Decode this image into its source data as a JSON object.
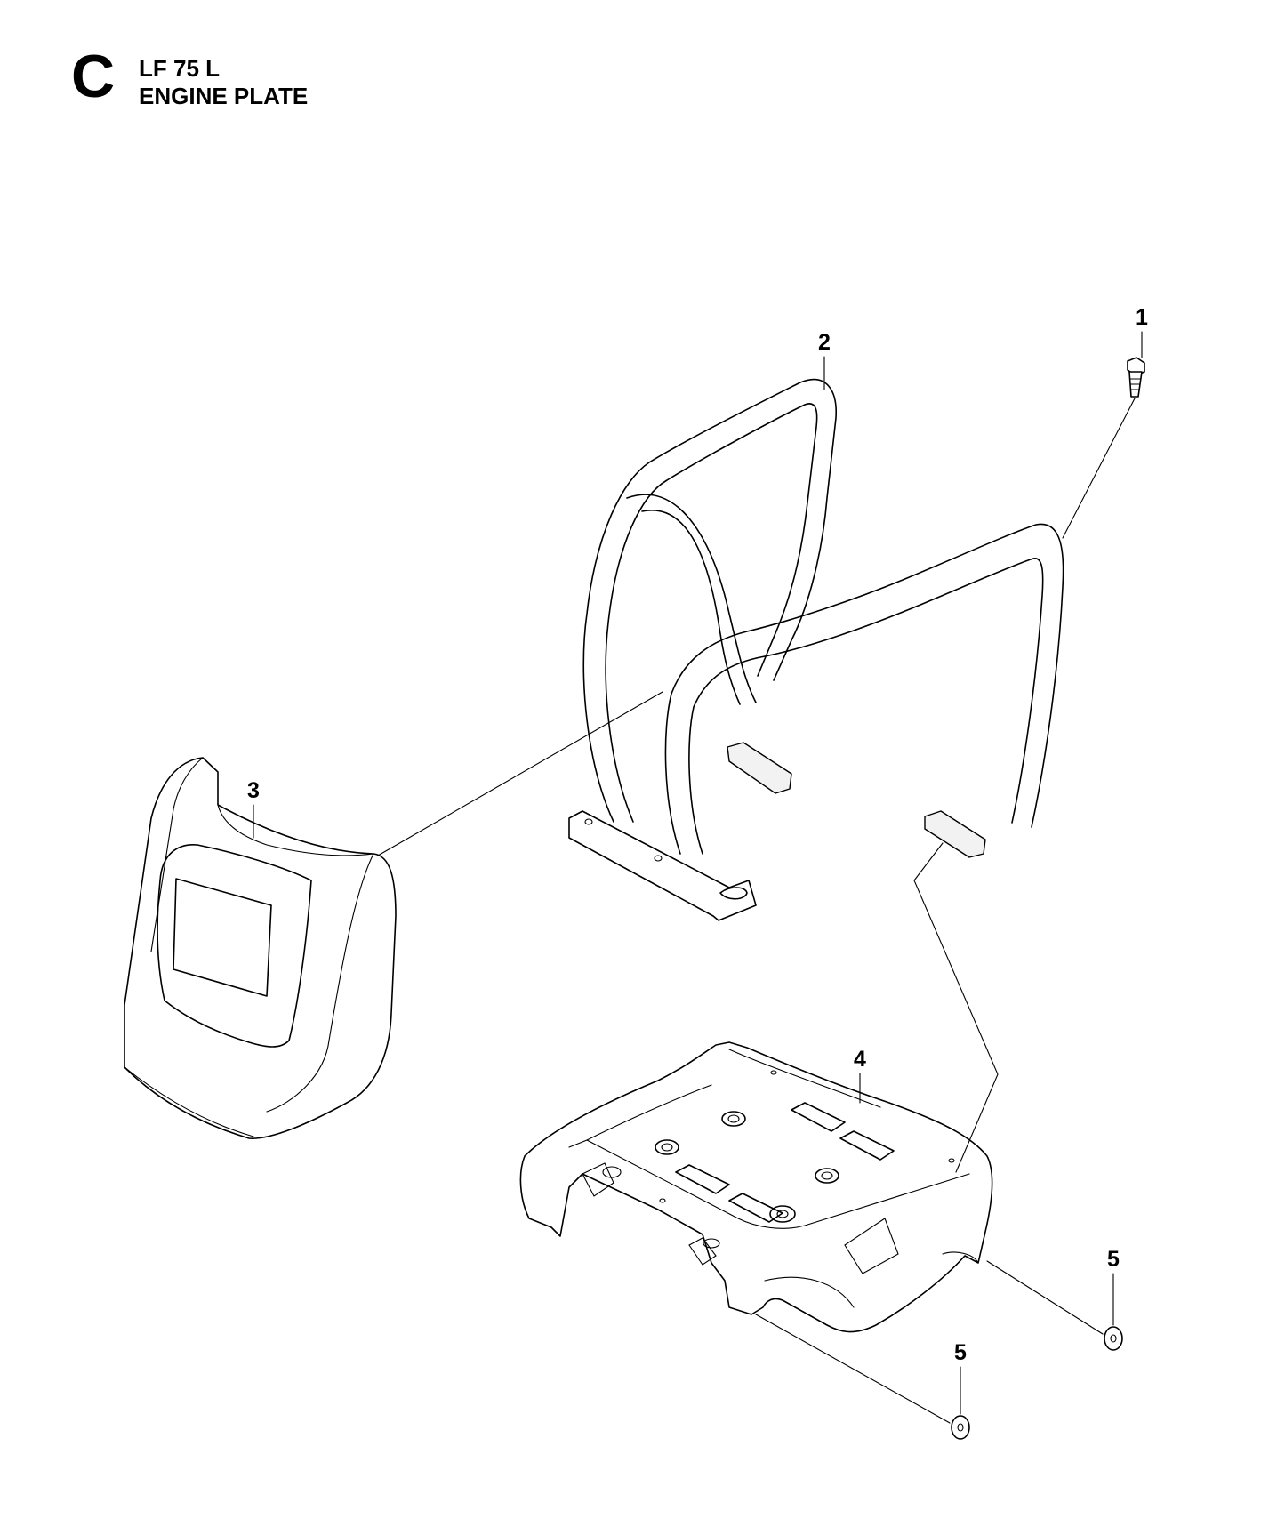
{
  "header": {
    "section_letter": "C",
    "model": "LF 75 L",
    "title": "ENGINE PLATE"
  },
  "callouts": [
    {
      "id": "1",
      "label": "1"
    },
    {
      "id": "2",
      "label": "2"
    },
    {
      "id": "3",
      "label": "3"
    },
    {
      "id": "4",
      "label": "4"
    },
    {
      "id": "5a",
      "label": "5"
    },
    {
      "id": "5b",
      "label": "5"
    }
  ],
  "parts": [
    {
      "ref": "1",
      "icon": "bolt-icon"
    },
    {
      "ref": "2",
      "icon": "handle-frame-icon"
    },
    {
      "ref": "3",
      "icon": "cover-icon"
    },
    {
      "ref": "4",
      "icon": "engine-plate-icon"
    },
    {
      "ref": "5",
      "icon": "washer-icon"
    }
  ]
}
